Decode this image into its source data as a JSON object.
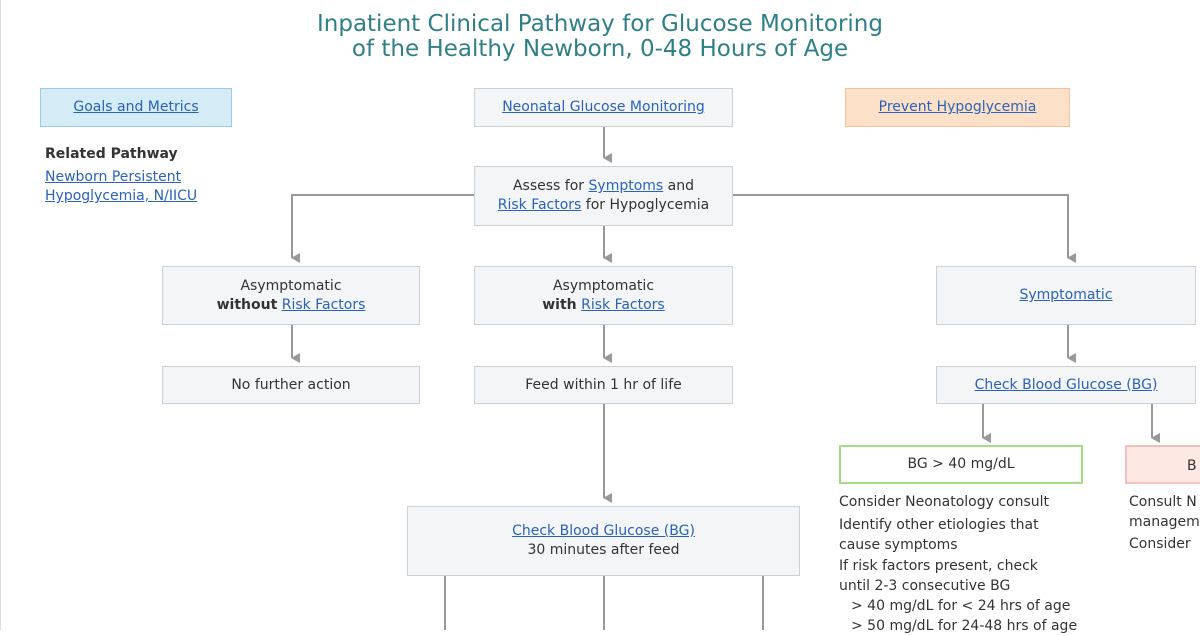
{
  "title": {
    "line1": "Inpatient Clinical Pathway for Glucose Monitoring",
    "line2": "of the Healthy Newborn, 0-48 Hours of Age"
  },
  "header_boxes": {
    "goals": "Goals and Metrics",
    "monitoring": "Neonatal Glucose Monitoring",
    "prevent": "Prevent Hypoglycemia"
  },
  "related": {
    "heading": "Related Pathway",
    "link_line1": "Newborn Persistent",
    "link_line2": "Hypoglycemia, N/IICU"
  },
  "assess": {
    "prefix": "Assess for ",
    "symptoms_link": "Symptoms",
    "and": " and",
    "risk_link": "Risk Factors",
    "suffix": " for Hypoglycemia"
  },
  "branches": {
    "without": {
      "line1": "Asymptomatic",
      "bold": "without",
      "link": "Risk Factors"
    },
    "with": {
      "line1": "Asymptomatic",
      "bold": "with",
      "link": "Risk Factors"
    },
    "symptomatic": "Symptomatic"
  },
  "outcomes": {
    "no_action": "No further action",
    "feed": "Feed within 1 hr of life",
    "check_bg_right": "Check Blood Glucose (BG)"
  },
  "check_bg_center": {
    "link": "Check Blood Glucose (BG)",
    "sub": "30 minutes after feed"
  },
  "bg_gt_40": {
    "label": "BG > 40 mg/dL",
    "notes": [
      "Consider Neonatology consult",
      "Identify other etiologies that",
      "cause symptoms",
      "If risk factors present, check",
      "until 2-3 consecutive BG",
      "> 40 mg/dL for < 24 hrs of age",
      "> 50 mg/dL for 24-48 hrs of age"
    ]
  },
  "bg_low": {
    "label": "B",
    "notes": [
      "Consult N",
      "managem",
      "Consider"
    ]
  },
  "colors": {
    "title": "#2f7f86",
    "link": "#2a62b7",
    "box_bg": "#f3f5f7",
    "blue_box": "#d4ecf5",
    "orange_box": "#fde0c8",
    "green_border": "#a5dc8a",
    "red_box": "#fde8e4",
    "arrow": "#999999"
  }
}
